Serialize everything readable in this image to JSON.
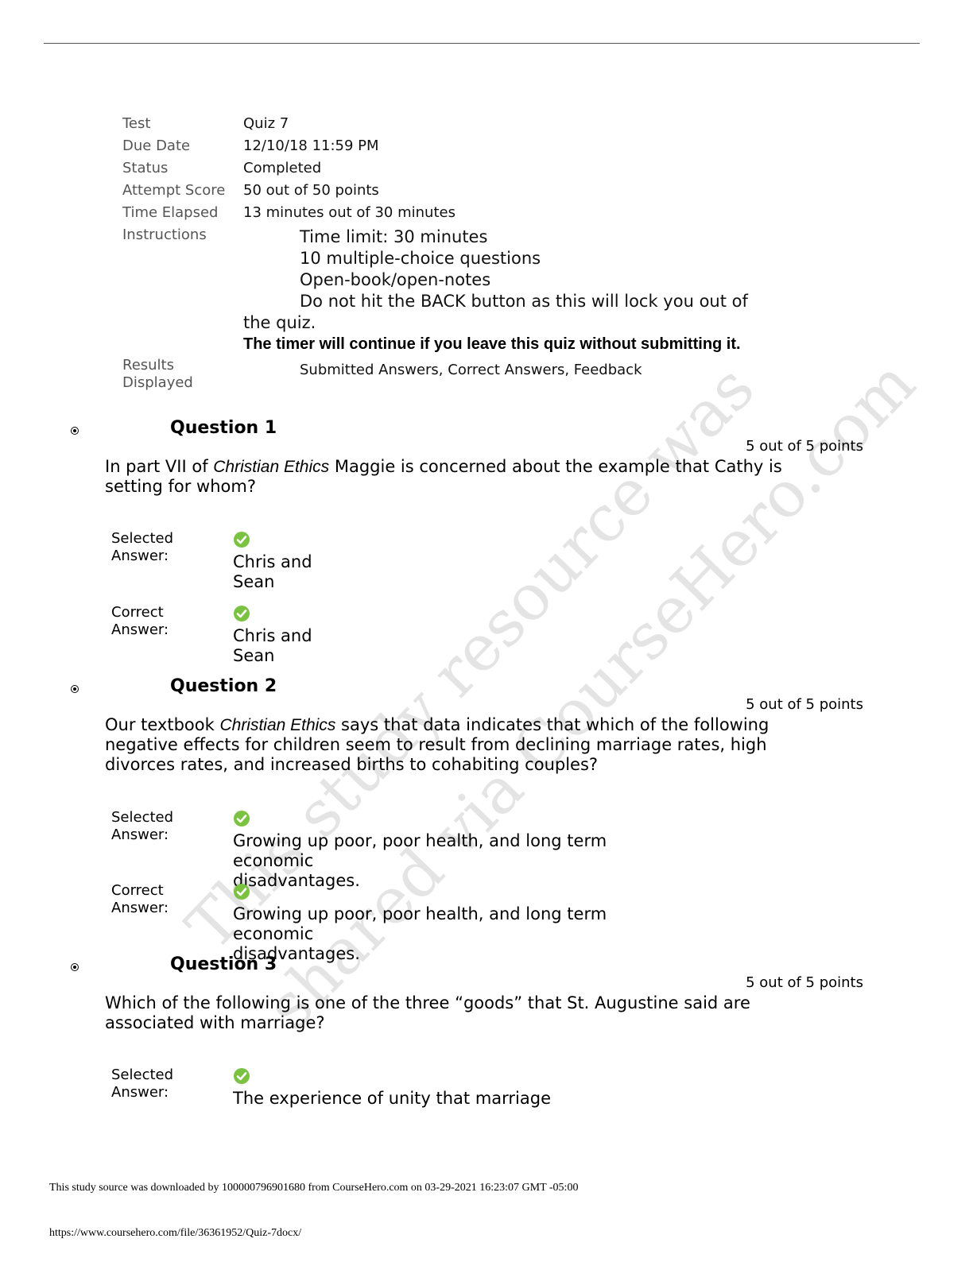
{
  "meta": [
    {
      "label": "Test",
      "value": "Quiz 7"
    },
    {
      "label": "Due Date",
      "value": "12/10/18 11:59 PM"
    },
    {
      "label": "Status",
      "value": "Completed"
    },
    {
      "label": "Attempt Score",
      "value": "50 out of 50 points"
    },
    {
      "label": "Time Elapsed",
      "value": "13 minutes out of 30 minutes"
    }
  ],
  "instructions": {
    "label": "Instructions",
    "lines": [
      "Time limit: 30 minutes",
      "10 multiple-choice questions",
      "Open-book/open-notes",
      "Do not hit the BACK button as this will lock you out of"
    ],
    "wrap": "the quiz.",
    "bold": "The timer will continue if you leave this quiz without submitting it."
  },
  "results": {
    "label_1": "Results",
    "label_2": "Displayed",
    "value": "Submitted Answers, Correct Answers, Feedback"
  },
  "questions": [
    {
      "title": "Question 1",
      "points": "5 out of 5 points",
      "text_pre": "In part VII of ",
      "text_em": "Christian Ethics",
      "text_post": " Maggie is concerned about the example that Cathy is setting for whom?",
      "selected_label_1": "Selected",
      "selected_label_2": "Answer:",
      "selected_answer_1": "Chris and",
      "selected_answer_2": "Sean",
      "correct_label_1": "Correct",
      "correct_label_2": "Answer:",
      "correct_answer_1": "Chris and",
      "correct_answer_2": "Sean"
    },
    {
      "title": "Question 2",
      "points": "5 out of 5 points",
      "text_pre": "Our textbook ",
      "text_em": "Christian Ethics",
      "text_post": " says that data indicates that which of the following negative effects for children seem to result from declining marriage rates, high divorces rates, and increased births to cohabiting couples?",
      "selected_label_1": "Selected",
      "selected_label_2": "Answer:",
      "selected_answer_1": "Growing up poor, poor health, and long term economic",
      "selected_answer_2": "disadvantages.",
      "correct_label_1": "Correct",
      "correct_label_2": "Answer:",
      "correct_answer_1": "Growing up poor, poor health, and long term economic",
      "correct_answer_2": "disadvantages."
    },
    {
      "title": "Question 3",
      "points": "5 out of 5 points",
      "text": "Which of the following is one of the three “goods” that St. Augustine said are associated with marriage?",
      "selected_label_1": "Selected",
      "selected_label_2": "Answer:",
      "selected_answer_1": "The experience of unity that marriage"
    }
  ],
  "watermark": {
    "line1": "This study resource was",
    "line2": "shared via CourseHero.com"
  },
  "footer": {
    "download_note": "This study source was downloaded by 100000796901680 from CourseHero.com on 03-29-2021 16:23:07 GMT -05:00",
    "url": "https://www.coursehero.com/file/36361952/Quiz-7docx/"
  },
  "colors": {
    "check": "#7cc242",
    "watermark": "#e4e4e4"
  }
}
